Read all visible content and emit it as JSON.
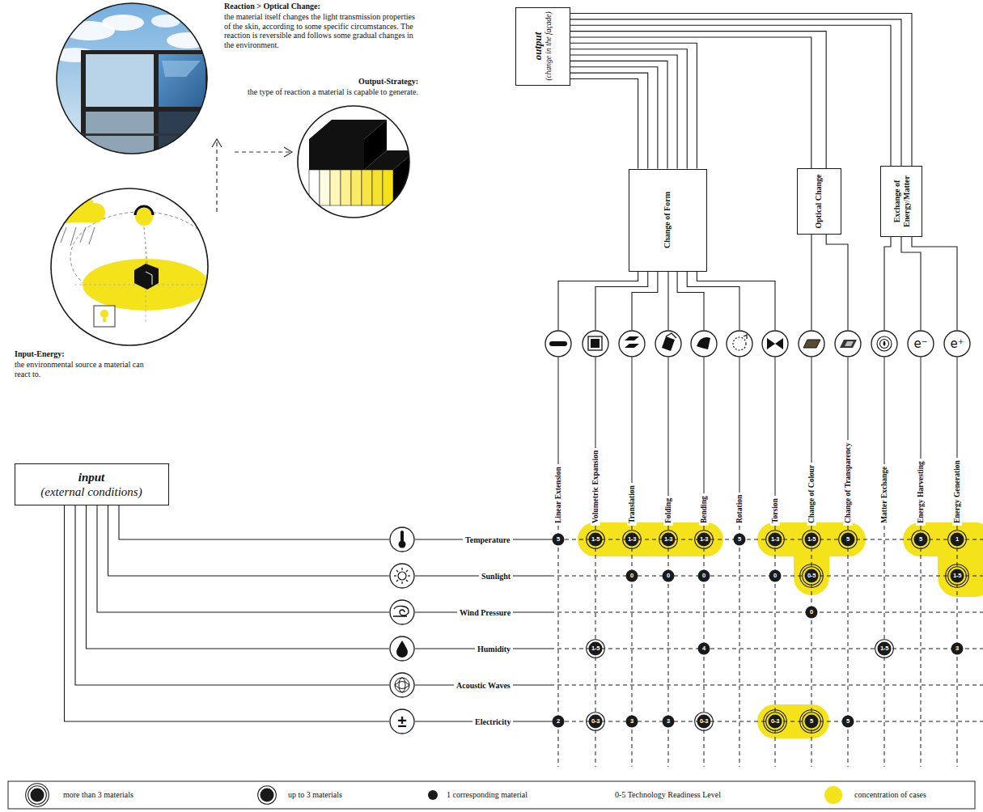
{
  "diagram": {
    "nodes": [
      {
        "text": [
          "output",
          "(change in the façade)"
        ]
      },
      {
        "text": [
          "Change of Form"
        ]
      },
      {
        "text": [
          "Optical Change"
        ]
      },
      {
        "text": [
          "Exchange of Energy/Matter"
        ]
      },
      {
        "text": [
          "Linear Extension"
        ]
      },
      {
        "text": [
          "Volumetric Expansion"
        ]
      },
      {
        "text": [
          "Translation"
        ]
      },
      {
        "text": [
          "Folding"
        ]
      },
      {
        "text": [
          "Bending"
        ]
      },
      {
        "text": [
          "Rotation"
        ]
      },
      {
        "text": [
          "Torsion"
        ]
      },
      {
        "text": [
          "Change of Colour"
        ]
      },
      {
        "text": [
          "Change of Transparency"
        ]
      },
      {
        "text": [
          "Matter Exchange"
        ]
      },
      {
        "text": [
          "e⁻",
          "Energy Harvesting"
        ]
      },
      {
        "text": [
          "e⁺",
          "Energy Generation"
        ]
      },
      {
        "text": [
          "input",
          "(external conditions)"
        ]
      },
      {
        "text": [
          "Temperature"
        ]
      },
      {
        "text": [
          "Sunlight"
        ]
      },
      {
        "text": [
          "Wind Pressure"
        ]
      },
      {
        "text": [
          "Humidity"
        ]
      },
      {
        "text": [
          "Acoustic Waves"
        ]
      },
      {
        "text": [
          "±",
          "Electricity"
        ]
      },
      {
        "text": [
          "5"
        ]
      },
      {
        "text": [
          "1-5"
        ]
      },
      {
        "text": [
          "1-3"
        ]
      },
      {
        "text": [
          "1-3"
        ]
      },
      {
        "text": [
          "1-3"
        ]
      },
      {
        "text": [
          "5"
        ]
      },
      {
        "text": [
          "1-3"
        ]
      },
      {
        "text": [
          "1-5"
        ]
      },
      {
        "text": [
          "5"
        ]
      },
      {
        "text": [
          "5"
        ]
      },
      {
        "text": [
          "1"
        ]
      },
      {
        "text": [
          "0"
        ]
      },
      {
        "text": [
          "0"
        ]
      },
      {
        "text": [
          "0"
        ]
      },
      {
        "text": [
          "0"
        ]
      },
      {
        "text": [
          "0-5"
        ]
      },
      {
        "text": [
          "1-5"
        ]
      },
      {
        "text": [
          "0"
        ]
      },
      {
        "text": [
          "1-5"
        ]
      },
      {
        "text": [
          "4"
        ]
      },
      {
        "text": [
          "1-5"
        ]
      },
      {
        "text": [
          "3"
        ]
      },
      {
        "text": [
          "2"
        ]
      },
      {
        "text": [
          "0-3"
        ]
      },
      {
        "text": [
          "3"
        ]
      },
      {
        "text": [
          "3"
        ]
      },
      {
        "text": [
          "0-3"
        ]
      },
      {
        "text": [
          "0-3"
        ]
      },
      {
        "text": [
          "5"
        ]
      },
      {
        "text": [
          "5"
        ]
      }
    ],
    "edges": [
      {
        "from": 0,
        "to": 1,
        "arrow": "none"
      },
      {
        "from": 0,
        "to": 2,
        "arrow": "none"
      },
      {
        "from": 0,
        "to": 3,
        "arrow": "none"
      },
      {
        "from": 1,
        "to": 4,
        "arrow": "none"
      },
      {
        "from": 1,
        "to": 5,
        "arrow": "none"
      },
      {
        "from": 1,
        "to": 6,
        "arrow": "none"
      },
      {
        "from": 1,
        "to": 7,
        "arrow": "none"
      },
      {
        "from": 1,
        "to": 8,
        "arrow": "none"
      },
      {
        "from": 1,
        "to": 9,
        "arrow": "none"
      },
      {
        "from": 1,
        "to": 10,
        "arrow": "none"
      },
      {
        "from": 2,
        "to": 11,
        "arrow": "none"
      },
      {
        "from": 2,
        "to": 12,
        "arrow": "none"
      },
      {
        "from": 3,
        "to": 13,
        "arrow": "none"
      },
      {
        "from": 3,
        "to": 14,
        "arrow": "none"
      },
      {
        "from": 3,
        "to": 15,
        "arrow": "none"
      },
      {
        "from": 16,
        "to": 17,
        "arrow": "none"
      },
      {
        "from": 16,
        "to": 18,
        "arrow": "none"
      },
      {
        "from": 16,
        "to": 19,
        "arrow": "none"
      },
      {
        "from": 16,
        "to": 20,
        "arrow": "none"
      },
      {
        "from": 16,
        "to": 21,
        "arrow": "none"
      },
      {
        "from": 16,
        "to": 22,
        "arrow": "none"
      }
    ],
    "labels": [
      "Reaction > Optical Change:",
      "the material itself changes the light transmission properties of the skin, according to some specific circumstances. The reaction is reversible and follows some gradual changes in the environment.",
      "Output-Strategy:",
      "the type of reaction a material is capable to generate.",
      "Input-Energy:",
      "the environmental source a material can react to."
    ],
    "legend": [
      {
        "text": "more than 3 materials"
      },
      {
        "text": "up to 3 materials"
      },
      {
        "text": "1 corresponding material"
      },
      {
        "text": "0-5 Technology Readiness Level"
      },
      {
        "text": "concentration of cases",
        "color": "#f4e31b"
      }
    ]
  }
}
